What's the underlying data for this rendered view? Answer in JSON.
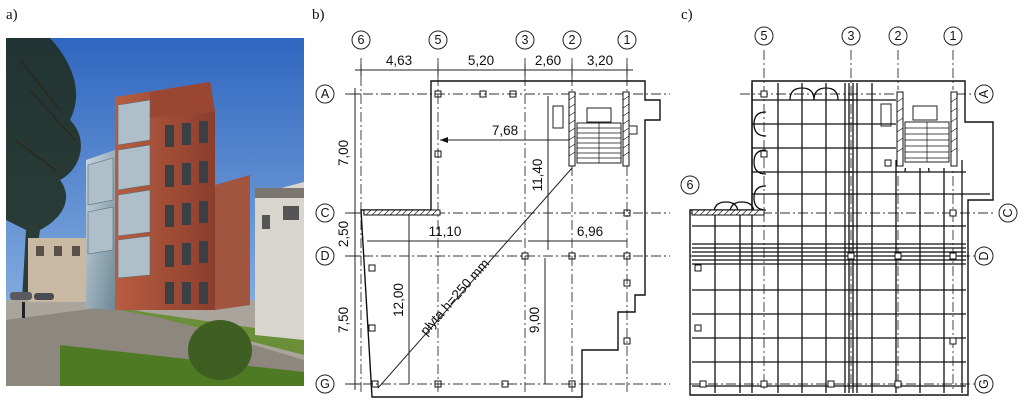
{
  "panels": {
    "a": {
      "label": "a)"
    },
    "b": {
      "label": "b)",
      "axes_vertical": [
        "6",
        "5",
        "3",
        "2",
        "1"
      ],
      "axes_horizontal": [
        "A",
        "C",
        "D",
        "G"
      ],
      "dims_top": [
        "4,63",
        "5,20",
        "2,60",
        "3,20"
      ],
      "dims_left": [
        "7,00",
        "2,50",
        "7,50"
      ],
      "dim_7_68": "7,68",
      "dim_11_40": "11,40",
      "dim_11_10": "11,10",
      "dim_6_96": "6,96",
      "dim_12_00": "12,00",
      "dim_9_00": "9,00",
      "slab_label": "płyta h=250 mm"
    },
    "c": {
      "label": "c)",
      "axes_vertical": [
        "5",
        "3",
        "2",
        "1"
      ],
      "axis_6": "6",
      "axes_horizontal": [
        "A",
        "C",
        "D",
        "G"
      ]
    }
  },
  "colors": {
    "sky": "#3d73c4",
    "brick": "#a4503a",
    "glass": "#8fa8b8",
    "lawn": "#5d8a2e",
    "line": "#111111"
  }
}
